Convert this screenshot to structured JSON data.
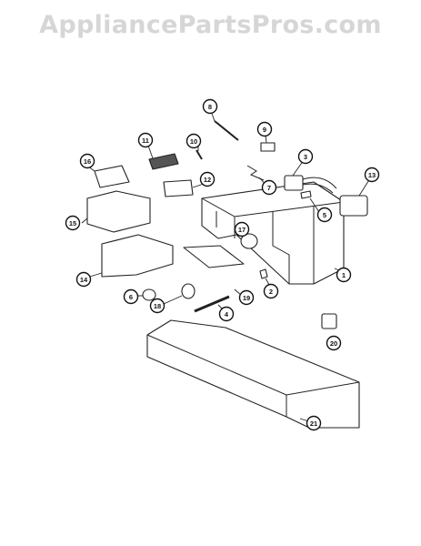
{
  "watermark": {
    "text": "AppliancePartsPros.com"
  },
  "diagram": {
    "callouts": [
      "1",
      "2",
      "3",
      "4",
      "5",
      "6",
      "7",
      "8",
      "9",
      "10",
      "11",
      "12",
      "13",
      "14",
      "15",
      "16",
      "17",
      "18",
      "19",
      "20",
      "21"
    ]
  }
}
